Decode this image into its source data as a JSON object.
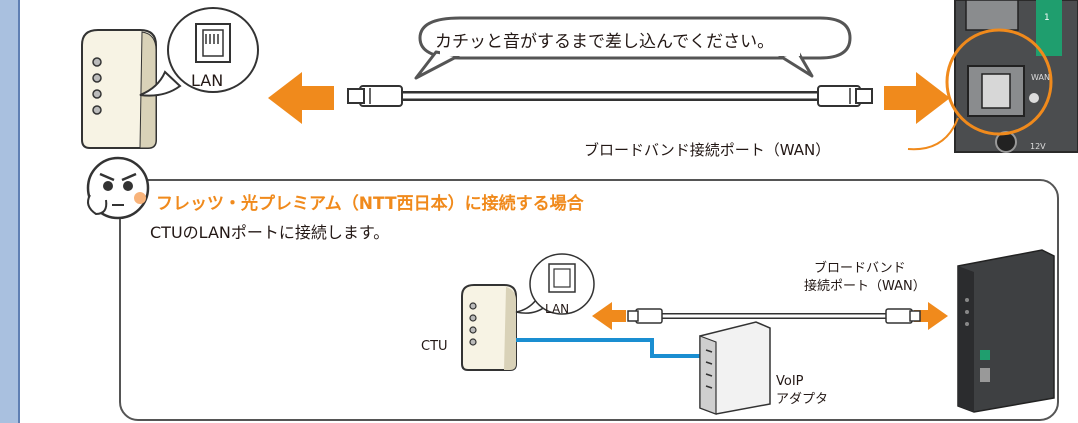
{
  "top": {
    "speech": "カチッと音がするまで差し込んでください。",
    "lan_label": "LAN",
    "wan_port_label": "ブロードバンド接続ポート（WAN）",
    "router_port_label": "WAN",
    "router_voltage": "12V",
    "router_port_number": "1"
  },
  "ntt_box": {
    "title": "フレッツ・光プレミアム（NTT西日本）に接続する場合",
    "description": "CTUのLANポートに接続します。",
    "lan_label": "LAN",
    "ctu_label": "CTU",
    "wan_line1": "ブロードバンド",
    "wan_line2": "接続ポート（WAN）",
    "voip_line1": "VoIP",
    "voip_line2": "アダプタ"
  },
  "colors": {
    "accent_orange": "#f08a1c",
    "blue_rail": "#a9c0df",
    "router_green": "#1f9e6e",
    "cable_blue": "#1a8ed1"
  }
}
